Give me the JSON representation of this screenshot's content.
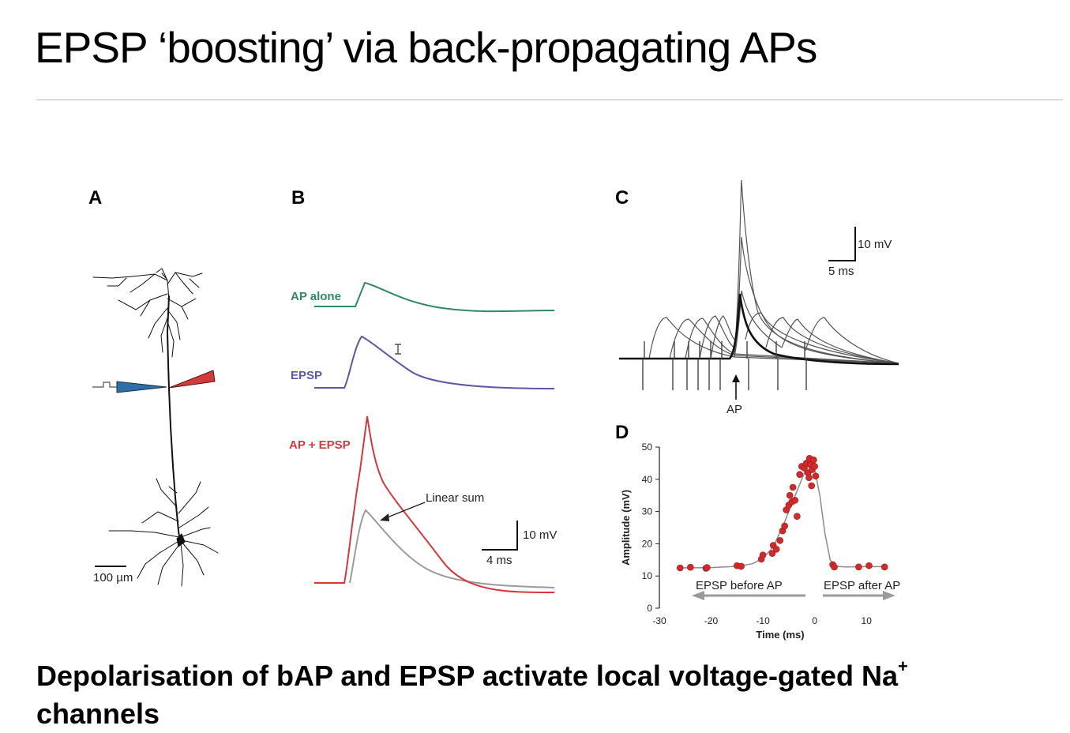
{
  "slide": {
    "title": "EPSP ‘boosting’ via back-propagating APs",
    "caption_main": "Depolarisation of bAP and EPSP activate local voltage-gated Na",
    "caption_sup": "+",
    "caption_end": "channels"
  },
  "panel_a": {
    "letter": "A",
    "scalebar_label": "100 µm",
    "colors": {
      "left_electrode": "#2e6fa8",
      "right_electrode": "#d23b3b"
    }
  },
  "panel_b": {
    "letter": "B",
    "trace_labels": {
      "ap_alone": "AP alone",
      "epsp": "EPSP",
      "ap_epsp": "AP + EPSP",
      "linear_sum": "Linear sum"
    },
    "scalebar": {
      "v_label": "10 mV",
      "t_label": "4 ms"
    },
    "colors": {
      "ap_alone": "#2f8a62",
      "epsp": "#5a58a8",
      "ap_epsp": "#d6393c",
      "linear_sum": "#9b9b9b"
    }
  },
  "panel_c": {
    "letter": "C",
    "scalebar": {
      "v_label": "10 mV",
      "t_label": "5 ms"
    },
    "ap_marker_label": "AP"
  },
  "panel_d": {
    "letter": "D",
    "chart_data": {
      "type": "scatter",
      "xlabel": "Time (ms)",
      "ylabel": "Amplitude (mV)",
      "xlim": [
        -30,
        15
      ],
      "ylim": [
        0,
        50
      ],
      "x_ticks": [
        -30,
        -20,
        -10,
        0,
        10
      ],
      "y_ticks": [
        0,
        10,
        20,
        30,
        40,
        50
      ],
      "series": [
        {
          "points": [
            [
              -26,
              12.5
            ],
            [
              -24,
              12.7
            ],
            [
              -21,
              12.4
            ],
            [
              -20.8,
              12.6
            ],
            [
              -15,
              13.2
            ],
            [
              -14.2,
              13.0
            ],
            [
              -10.3,
              15.2
            ],
            [
              -10,
              16.5
            ],
            [
              -8.2,
              17.0
            ],
            [
              -8,
              19.5
            ],
            [
              -7.4,
              18.3
            ],
            [
              -6.7,
              21.0
            ],
            [
              -6.2,
              24.0
            ],
            [
              -5.8,
              25.5
            ],
            [
              -5.5,
              30.5
            ],
            [
              -5,
              32.0
            ],
            [
              -4.8,
              35.0
            ],
            [
              -4.4,
              33.0
            ],
            [
              -4.2,
              37.5
            ],
            [
              -3.8,
              33.5
            ],
            [
              -3.4,
              28.5
            ],
            [
              -2.9,
              41.5
            ],
            [
              -2.5,
              44.0
            ],
            [
              -2.0,
              43.5
            ],
            [
              -1.6,
              45.0
            ],
            [
              -1.3,
              42.0
            ],
            [
              -1.0,
              46.5
            ],
            [
              -0.8,
              44.5
            ],
            [
              -0.5,
              43.0
            ],
            [
              -0.2,
              46.0
            ],
            [
              0.0,
              44.0
            ],
            [
              -1.1,
              40.5
            ],
            [
              -0.6,
              38.0
            ],
            [
              0.2,
              41.0
            ],
            [
              3.5,
              13.5
            ],
            [
              3.8,
              12.8
            ],
            [
              8.5,
              12.8
            ],
            [
              10.5,
              13.2
            ],
            [
              13.5,
              12.8
            ]
          ],
          "color": "#d22a2a"
        },
        {
          "type": "line",
          "x": [
            -26,
            -20,
            -15,
            -12,
            -10,
            -8,
            -6,
            -4,
            -2.5,
            -1.5,
            -0.8,
            0,
            1,
            2,
            3,
            4,
            6,
            10,
            14
          ],
          "y": [
            12.5,
            12.6,
            13,
            13.8,
            15.5,
            19,
            26,
            34,
            40,
            44,
            45,
            43,
            35,
            23,
            15,
            13,
            12.8,
            12.9,
            12.9
          ],
          "color": "#8c8c8c"
        }
      ],
      "annotations": [
        "EPSP before AP",
        "EPSP after AP"
      ]
    }
  }
}
